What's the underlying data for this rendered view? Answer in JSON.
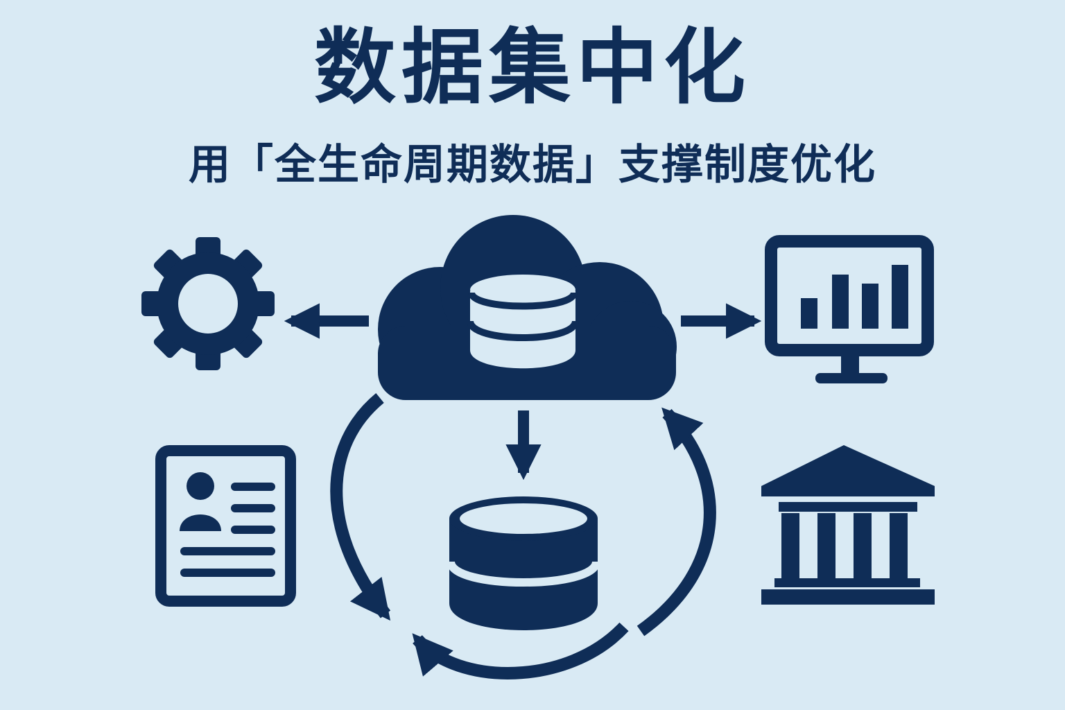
{
  "title": "数据集中化",
  "subtitle": "用「全生命周期数据」支撑制度优化",
  "colors": {
    "background": "#d9eaf4",
    "primary": "#0f2d57"
  },
  "nodes": {
    "center": "cloud-database-icon",
    "left": "gear-icon",
    "right": "monitor-bar-chart-icon",
    "bottom_left": "profile-card-icon",
    "bottom_right": "institution-building-icon",
    "bottom_center": "database-icon"
  },
  "arrows": [
    "cloud-to-gear-arrow",
    "cloud-to-monitor-arrow",
    "cloud-to-database-arrow",
    "left-cycle-arrow",
    "bottom-cycle-arrow",
    "right-cycle-arrow"
  ]
}
